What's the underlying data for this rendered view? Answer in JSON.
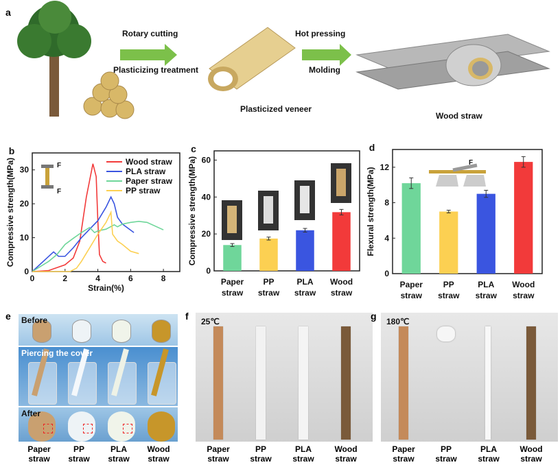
{
  "panel_a": {
    "label": "a",
    "step1_top": "Rotary cutting",
    "step1_bottom": "Plasticizing treatment",
    "step2_top": "Hot pressing",
    "step2_bottom": "Molding",
    "veneer_caption": "Plasticized veneer",
    "straw_caption": "Wood straw"
  },
  "colors": {
    "wood": "#f23a3a",
    "pla": "#3a55e0",
    "paper": "#6fd69a",
    "pp": "#fcd052"
  },
  "chart_data": [
    {
      "panel": "b",
      "type": "line",
      "xlabel": "Strain(%)",
      "ylabel": "Compressive strength(MPa)",
      "xlim": [
        0,
        9
      ],
      "ylim": [
        0,
        35
      ],
      "xticks": [
        "0",
        "2",
        "4",
        "6",
        "8"
      ],
      "yticks": [
        "0",
        "10",
        "20",
        "30"
      ],
      "legend": "top-right",
      "series": [
        {
          "name": "Wood straw",
          "color": "#f23a3a",
          "points": [
            [
              0,
              0
            ],
            [
              1,
              0.3
            ],
            [
              2,
              2
            ],
            [
              2.5,
              4
            ],
            [
              2.9,
              9
            ],
            [
              3.3,
              22
            ],
            [
              3.7,
              31.8
            ],
            [
              3.9,
              28
            ],
            [
              4,
              15
            ],
            [
              4.1,
              5
            ],
            [
              4.3,
              3
            ],
            [
              4.5,
              2.5
            ]
          ]
        },
        {
          "name": "PLA straw",
          "color": "#3a55e0",
          "points": [
            [
              0,
              0
            ],
            [
              1.3,
              5.8
            ],
            [
              1.6,
              4.5
            ],
            [
              2,
              4.5
            ],
            [
              2.5,
              7
            ],
            [
              3,
              10
            ],
            [
              3.5,
              12.5
            ],
            [
              4,
              15
            ],
            [
              4.5,
              19
            ],
            [
              4.8,
              22
            ],
            [
              5,
              20
            ],
            [
              5.2,
              16
            ],
            [
              5.5,
              14
            ],
            [
              6.2,
              11.5
            ]
          ]
        },
        {
          "name": "Paper straw",
          "color": "#6fd69a",
          "points": [
            [
              0,
              0
            ],
            [
              0.5,
              1.5
            ],
            [
              1,
              3
            ],
            [
              1.5,
              5
            ],
            [
              2,
              8
            ],
            [
              2.5,
              9.8
            ],
            [
              3,
              11.5
            ],
            [
              3.5,
              13
            ],
            [
              3.8,
              11.5
            ],
            [
              4,
              12
            ],
            [
              4.5,
              12.5
            ],
            [
              5,
              13.8
            ],
            [
              5.2,
              13.2
            ],
            [
              5.5,
              14
            ],
            [
              6,
              14.5
            ],
            [
              6.5,
              14.8
            ],
            [
              7,
              14.5
            ],
            [
              8,
              12.3
            ]
          ]
        },
        {
          "name": "PP straw",
          "color": "#fcd052",
          "points": [
            [
              0,
              0
            ],
            [
              2.3,
              0
            ],
            [
              2.7,
              1
            ],
            [
              3,
              3
            ],
            [
              3.5,
              7
            ],
            [
              4,
              11
            ],
            [
              4.5,
              14.5
            ],
            [
              4.8,
              17.5
            ],
            [
              4.9,
              11
            ],
            [
              5.2,
              9
            ],
            [
              5.5,
              8
            ],
            [
              6,
              6
            ],
            [
              6.5,
              5.3
            ]
          ]
        }
      ],
      "inset_label": "F"
    },
    {
      "panel": "c",
      "type": "bar",
      "ylabel": "Compressive strength(MPa)",
      "ylim": [
        0,
        65
      ],
      "yticks": [
        "0",
        "20",
        "40",
        "60"
      ],
      "categories": [
        "Paper straw",
        "PP straw",
        "PLA straw",
        "Wood straw"
      ],
      "values": [
        14,
        17.5,
        22,
        31.8
      ],
      "errors": [
        0.8,
        0.8,
        1.0,
        1.5
      ]
    },
    {
      "panel": "d",
      "type": "bar",
      "ylabel": "Flexural strength(MPa)",
      "ylim": [
        0,
        14
      ],
      "yticks": [
        "0",
        "4",
        "8",
        "12"
      ],
      "categories": [
        "Paper straw",
        "PP straw",
        "PLA straw",
        "Wood straw"
      ],
      "values": [
        10.2,
        7.0,
        9.0,
        12.6
      ],
      "errors": [
        0.6,
        0.15,
        0.4,
        0.6
      ],
      "inset_label": "F"
    }
  ],
  "panel_e": {
    "label": "e",
    "row1": "Before",
    "row2": "Piercing the cover",
    "row3": "After",
    "captions": [
      "Paper\nstraw",
      "PP\nstraw",
      "PLA\nstraw",
      "Wood\nstraw"
    ]
  },
  "panel_f": {
    "label": "f",
    "temp": "25℃",
    "captions": [
      "Paper\nstraw",
      "PP\nstraw",
      "PLA\nstraw",
      "Wood\nstraw"
    ]
  },
  "panel_g": {
    "label": "g",
    "temp": "180℃",
    "captions": [
      "Paper\nstraw",
      "PP\nstraw",
      "PLA\nstraw",
      "Wood\nstraw"
    ]
  }
}
